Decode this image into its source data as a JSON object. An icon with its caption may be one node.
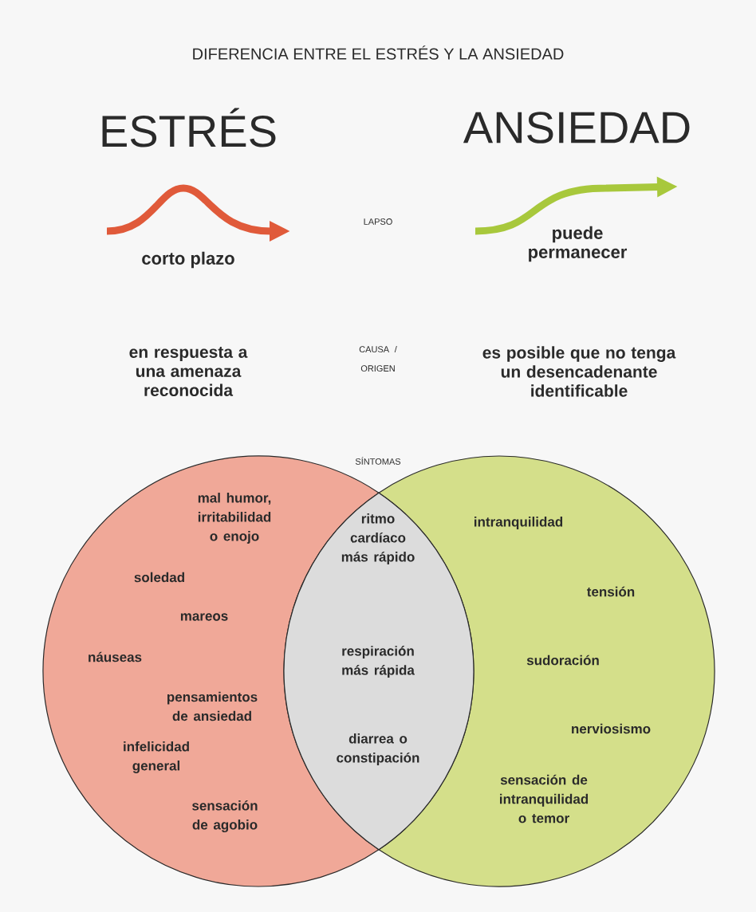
{
  "diagram": {
    "title": "DIFERENCIA ENTRE EL ESTRÉS Y LA ANSIEDAD",
    "nodes": [
      {
        "text": [
          "mal humor, irritabilidad o enojo",
          "soledad",
          "mareos",
          "náuseas",
          "pensamientos de ansiedad",
          "infelicidad general",
          "sensación de agobio"
        ]
      },
      {
        "text": [
          "intranquilidad",
          "tensión",
          "sudoración",
          "nerviosismo",
          "sensación de intranquilidad o temor"
        ]
      },
      {
        "text": [
          "ritmo cardíaco más rápido",
          "respiración más rápida",
          "diarrea o constipación"
        ]
      }
    ],
    "labels": [
      "ESTRÉS",
      "ANSIEDAD",
      "LAPSO",
      "corto plazo",
      "puede permanecer",
      "CAUSA / ORIGEN",
      "en respuesta a una amenaza reconocida",
      "es posible que no tenga un desencadenante identificable",
      "SÍNTOMAS"
    ]
  }
}
